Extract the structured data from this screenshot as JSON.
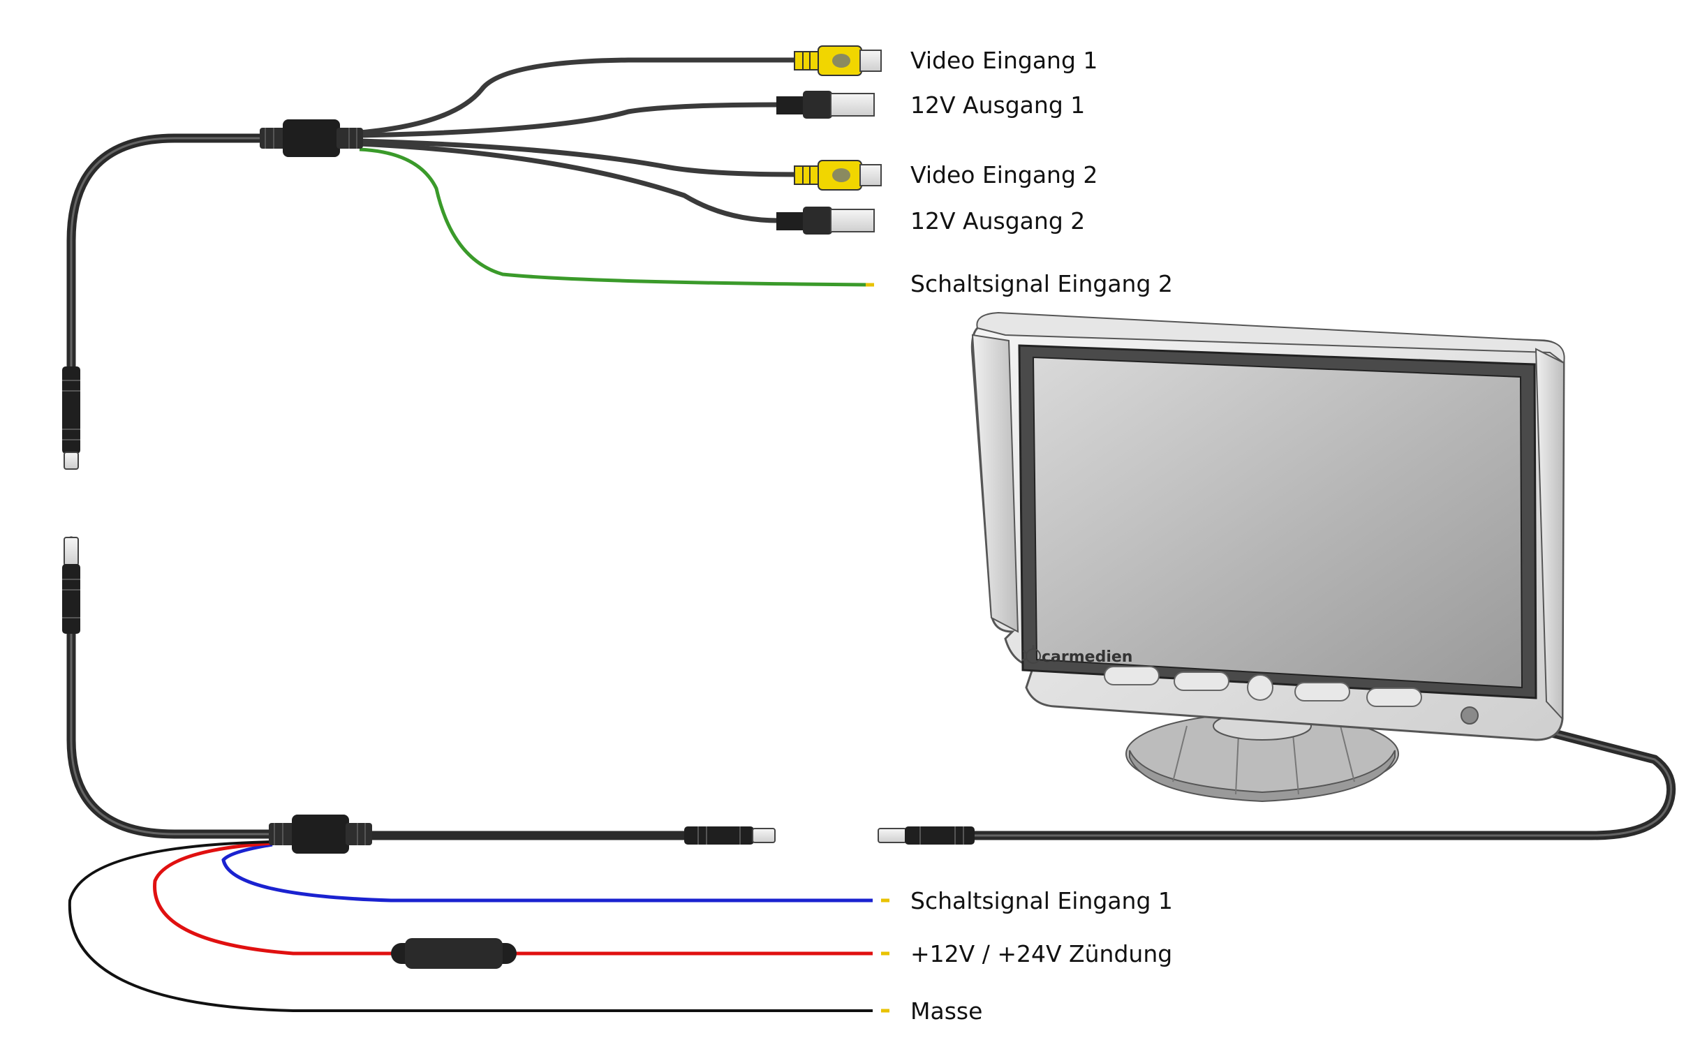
{
  "labels": {
    "video_in_1": "Video Eingang 1",
    "out_12v_1": "12V Ausgang 1",
    "video_in_2": "Video Eingang 2",
    "out_12v_2": "12V Ausgang 2",
    "switch_in_2": "Schaltsignal Eingang 2",
    "switch_in_1": "Schaltsignal Eingang 1",
    "ignition": "+12V / +24V Zündung",
    "ground": "Masse"
  },
  "monitor": {
    "brand": "carmedien"
  },
  "colors": {
    "cable": "#2b2b2b",
    "rca_yellow": "#f1d600",
    "wire_green": "#3a9a2a",
    "wire_blue": "#1a22d0",
    "wire_red": "#e01010",
    "wire_black": "#111111",
    "wire_tip": "#e8c200"
  }
}
